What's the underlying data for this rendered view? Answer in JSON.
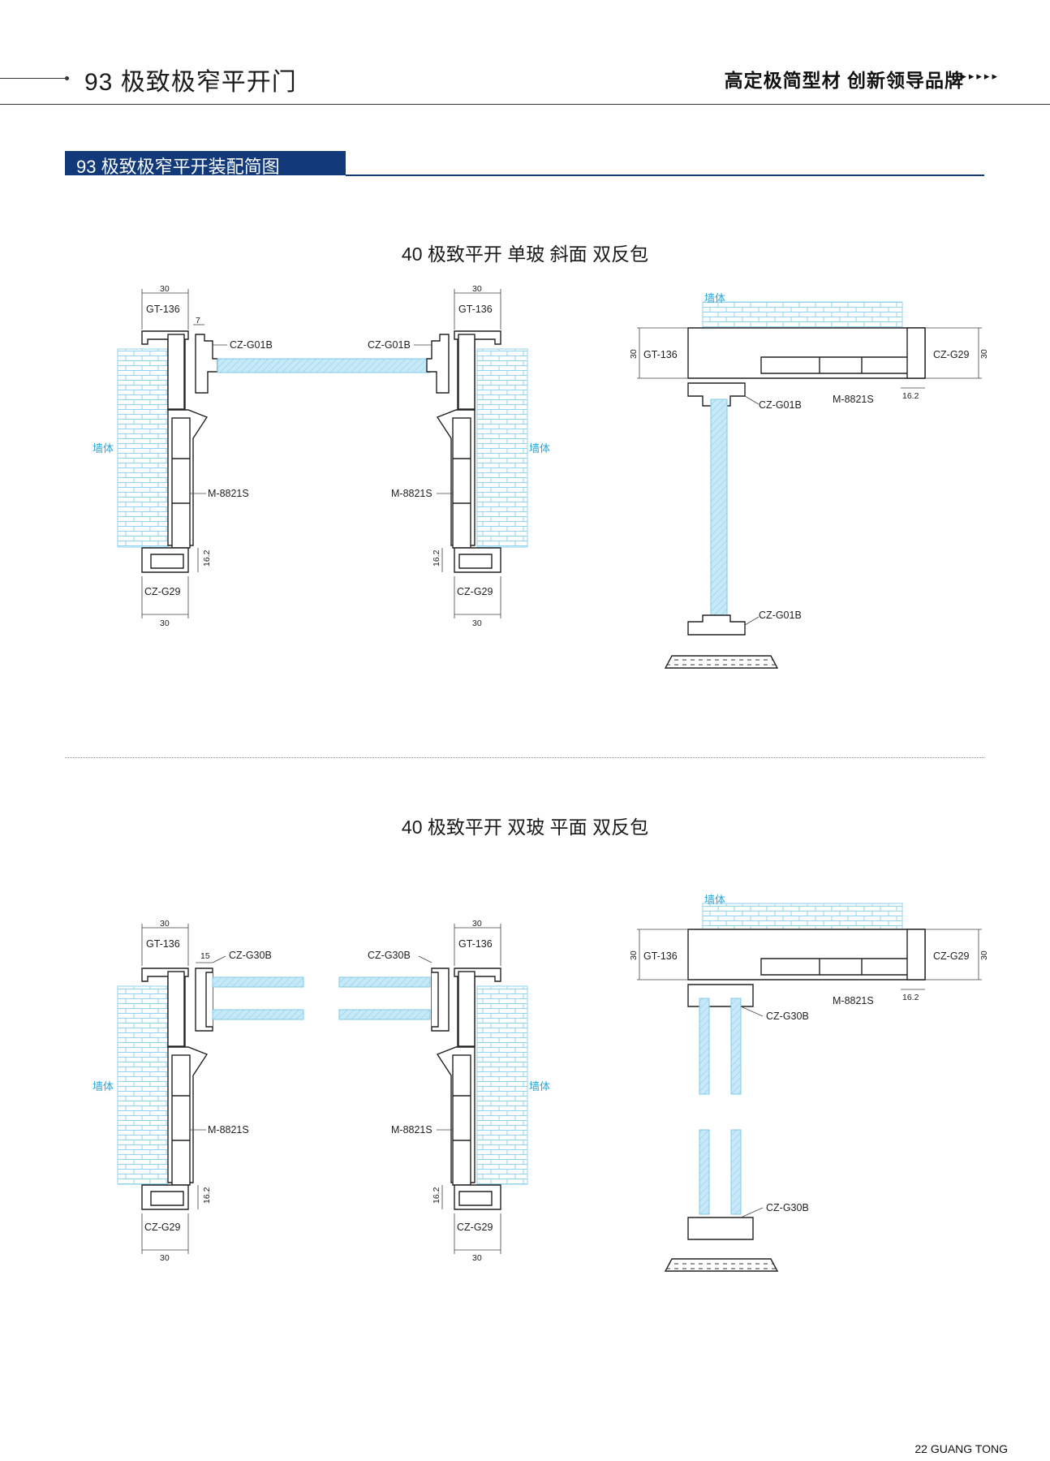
{
  "header": {
    "page_title": "93 极致极窄平开门",
    "slogan": "高定极简型材  创新领导品牌",
    "arrows": "▸▸▸▸▸"
  },
  "section": {
    "title": "93 极致极窄平开装配简图"
  },
  "diagram1": {
    "title": "40 极致平开  单玻 斜面 双反包",
    "labels": {
      "frame": "GT-136",
      "bead": "CZ-G01B",
      "sash": "M-8821S",
      "cover": "CZ-G29",
      "wall": "墙体"
    },
    "dims": {
      "width": "30",
      "gap": "7",
      "offset": "16.2"
    }
  },
  "diagram2": {
    "title": "40 极致平开  双玻 平面 双反包",
    "labels": {
      "frame": "GT-136",
      "bead": "CZ-G30B",
      "sash": "M-8821S",
      "cover": "CZ-G29",
      "wall": "墙体"
    },
    "dims": {
      "width": "30",
      "gap": "15",
      "offset": "16.2"
    }
  },
  "footer": {
    "page_number": "22",
    "brand": "GUANG TONG"
  },
  "colors": {
    "accent": "#123a7a",
    "glass": "#c7e9f7",
    "wall_line": "#8fd3ef",
    "wall_text": "#2aa6d8"
  }
}
